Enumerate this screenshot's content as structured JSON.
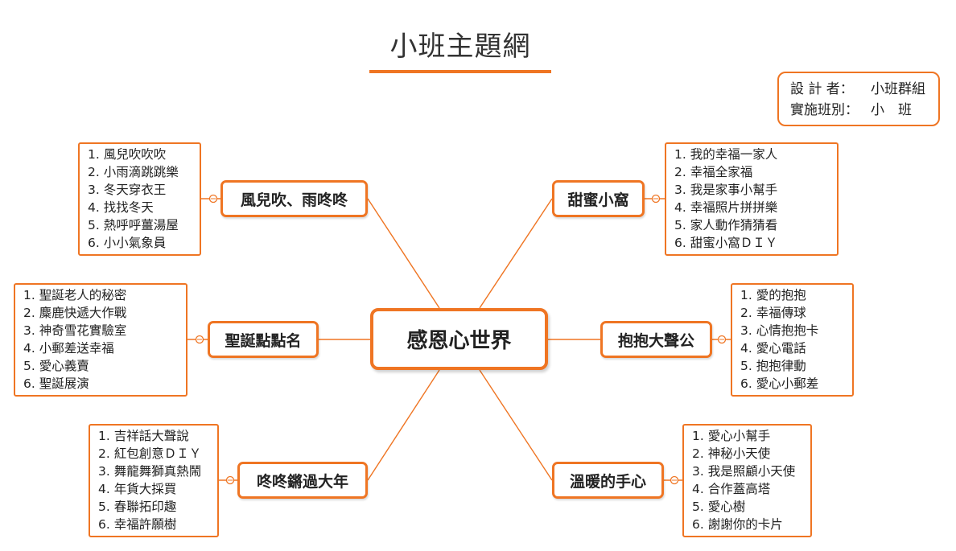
{
  "title": "小班主題網",
  "info": {
    "designer_label": "設 計 者：",
    "designer_value": "小班群組",
    "class_label": "實施班別：",
    "class_value": "小　班"
  },
  "center": "感恩心世界",
  "topics": {
    "wind": {
      "label": "風兒吹、雨咚咚",
      "items": [
        "1. 風兒吹吹吹",
        "2. 小雨滴跳跳樂",
        "3. 冬天穿衣王",
        "4. 找找冬天",
        "5. 熱呼呼薑湯屋",
        "6. 小小氣象員"
      ]
    },
    "home": {
      "label": "甜蜜小窩",
      "items": [
        "1. 我的幸福一家人",
        "2. 幸福全家福",
        "3. 我是家事小幫手",
        "4. 幸福照片拼拼樂",
        "5. 家人動作猜猜看",
        "6. 甜蜜小窩ＤＩＹ"
      ]
    },
    "christmas": {
      "label": "聖誕點點名",
      "items": [
        "1. 聖誕老人的秘密",
        "2. 麋鹿快遞大作戰",
        "3. 神奇雪花實驗室",
        "4. 小郵差送幸福",
        "5. 愛心義賣",
        "6. 聖誕展演"
      ]
    },
    "hug": {
      "label": "抱抱大聲公",
      "items": [
        "1. 愛的抱抱",
        "2. 幸福傳球",
        "3. 心情抱抱卡",
        "4. 愛心電話",
        "5. 抱抱律動",
        "6. 愛心小郵差"
      ]
    },
    "newyear": {
      "label": "咚咚鏘過大年",
      "items": [
        "1. 吉祥話大聲說",
        "2. 紅包創意ＤＩＹ",
        "3. 舞龍舞獅真熱鬧",
        "4. 年貨大採買",
        "5. 春聯拓印趣",
        "6. 幸福許願樹"
      ]
    },
    "warm": {
      "label": "溫暖的手心",
      "items": [
        "1. 愛心小幫手",
        "2. 神秘小天使",
        "3. 我是照顧小天使",
        "4. 合作蓋高塔",
        "5. 愛心樹",
        "6. 謝謝你的卡片"
      ]
    }
  }
}
